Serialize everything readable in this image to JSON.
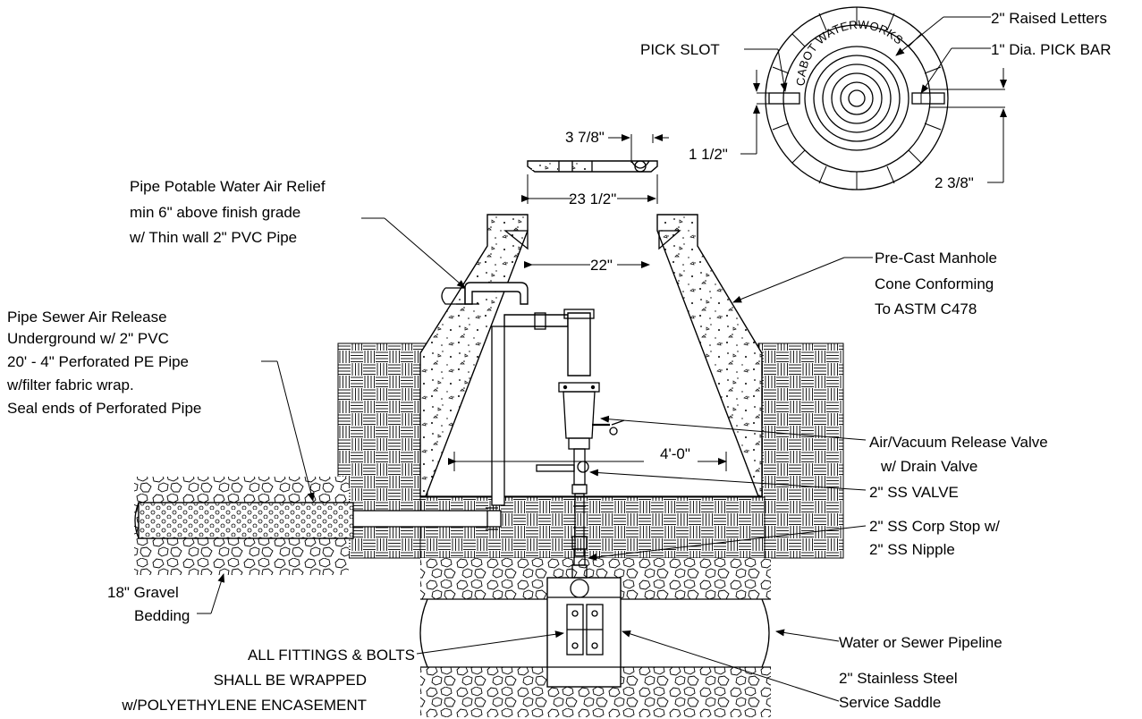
{
  "labels": {
    "raised_letters": "2\" Raised Letters",
    "pick_slot": "PICK SLOT",
    "pick_bar": "1\" Dia. PICK BAR",
    "cover_text": "CABOT WATERWORKS",
    "dim_3_7_8": "3 7/8\"",
    "dim_1_1_2": "1 1/2\"",
    "dim_2_3_8": "2 3/8\"",
    "dim_23_1_2": "23 1/2\"",
    "dim_22": "22\"",
    "dim_4_0": "4'-0\"",
    "potable_1": "Pipe Potable Water Air Relief",
    "potable_2": "min 6\" above finish grade",
    "potable_3": "w/ Thin wall 2\" PVC Pipe",
    "manhole_1": "Pre-Cast Manhole",
    "manhole_2": "Cone Conforming",
    "manhole_3": "To ASTM C478",
    "sewer_1": "Pipe Sewer Air Release",
    "sewer_2": "Underground w/ 2\" PVC",
    "sewer_3": "20' - 4\" Perforated PE Pipe",
    "sewer_4": "w/filter fabric wrap.",
    "sewer_5": "Seal ends of Perforated Pipe",
    "avrv_1": "Air/Vacuum Release Valve",
    "avrv_2": "w/ Drain Valve",
    "ss_valve": "2\" SS VALVE",
    "corp_1": "2\" SS Corp Stop w/",
    "corp_2": "2\" SS Nipple",
    "gravel_1": "18\" Gravel",
    "gravel_2": "Bedding",
    "fittings_1": "ALL FITTINGS & BOLTS",
    "fittings_2": "SHALL BE WRAPPED",
    "fittings_3": "w/POLYETHYLENE ENCASEMENT",
    "pipeline": "Water or Sewer Pipeline",
    "saddle_1": "2\" Stainless Steel",
    "saddle_2": "Service Saddle"
  }
}
